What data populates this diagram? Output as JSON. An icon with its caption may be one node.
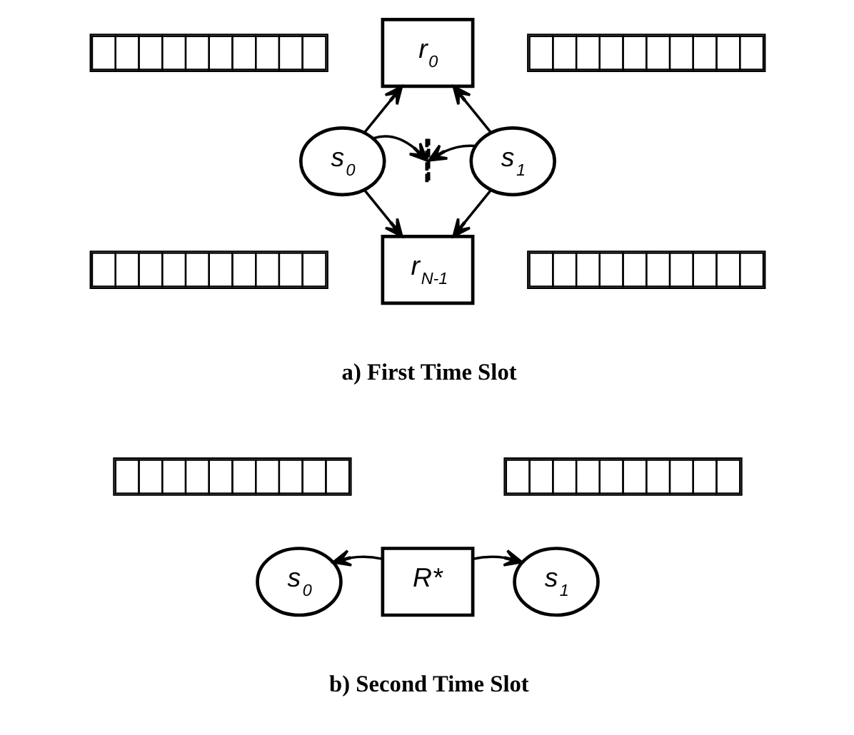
{
  "diagram": {
    "nodes": [
      {
        "text": [],
        "shape": "bar"
      },
      {
        "text": [
          "r$_{0}$"
        ]
      },
      {
        "text": [],
        "shape": "bar"
      },
      {
        "text": [
          "s$_{0}$"
        ]
      },
      {
        "text": [],
        "shape": "line"
      },
      {
        "text": [
          "s$_{1}$"
        ]
      },
      {
        "text": [],
        "shape": "bar"
      },
      {
        "text": [
          "r$_{N-1}$"
        ]
      },
      {
        "text": [],
        "shape": "bar"
      },
      {
        "text": [],
        "shape": "bar"
      },
      {
        "text": [],
        "shape": "bar"
      },
      {
        "text": [
          "s$_{0}$"
        ]
      },
      {
        "text": [
          "R*"
        ]
      },
      {
        "text": [
          "s$_{1}$"
        ]
      }
    ],
    "edges": [
      {
        "from": 3,
        "to": 1,
        "arrow": "to"
      },
      {
        "from": 3,
        "to": 4,
        "arrow": "to"
      },
      {
        "from": 3,
        "to": 7,
        "arrow": "to"
      },
      {
        "from": 5,
        "to": 1,
        "arrow": "to"
      },
      {
        "from": 5,
        "to": 4,
        "arrow": "to"
      },
      {
        "from": 5,
        "to": 7,
        "arrow": "to"
      },
      {
        "from": 12,
        "to": 11,
        "arrow": "to"
      },
      {
        "from": 12,
        "to": 13,
        "arrow": "to"
      }
    ],
    "labels": [
      "a) First Time Slot",
      "b) Second Time Slot"
    ]
  }
}
